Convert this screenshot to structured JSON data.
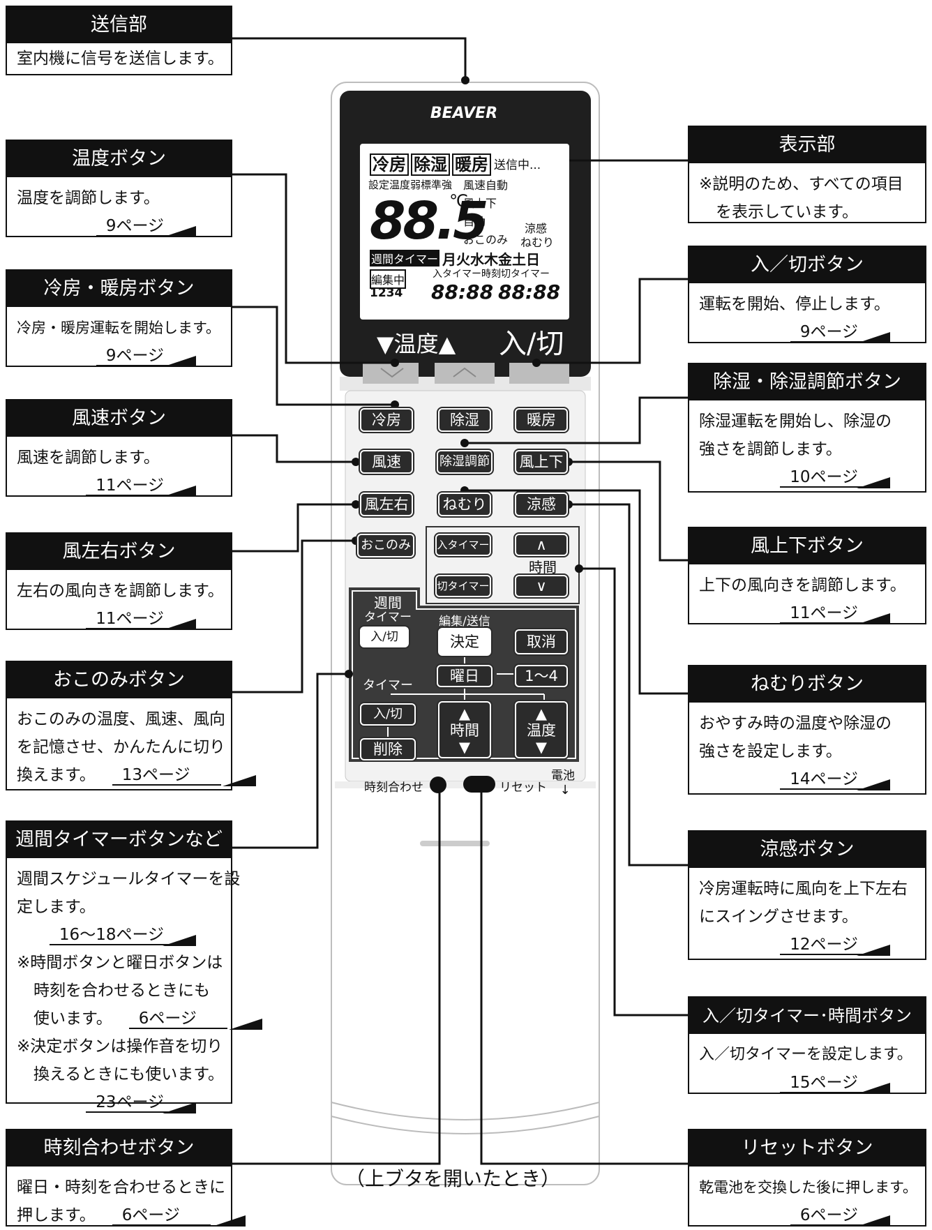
{
  "callouts": {
    "soushin": {
      "title": "送信部",
      "lines": [
        "室内機に信号を送信します。"
      ]
    },
    "ondo": {
      "title": "温度ボタン",
      "lines": [
        "温度を調節します。"
      ],
      "page": "9ページ"
    },
    "reibo": {
      "title": "冷房・暖房ボタン",
      "lines": [
        "冷房・暖房運転を開始します。"
      ],
      "page": "9ページ"
    },
    "fusoku": {
      "title": "風速ボタン",
      "lines": [
        "風速を調節します。"
      ],
      "page": "11ページ"
    },
    "fusayu": {
      "title": "風左右ボタン",
      "lines": [
        "左右の風向きを調節します。"
      ],
      "page": "11ページ"
    },
    "okonomi": {
      "title": "おこのみボタン",
      "lines": [
        "おこのみの温度、風速、風向",
        "を記憶させ、かんたんに切り",
        "換えます。"
      ],
      "page": "13ページ"
    },
    "shukan": {
      "title": "週間タイマーボタンなど",
      "lines": [
        "週間スケジュールタイマーを設",
        "定します。"
      ],
      "page": "16〜18ページ",
      "note1": [
        "※時間ボタンと曜日ボタンは",
        "時刻を合わせるときにも",
        "使います。"
      ],
      "note1_page": "6ページ",
      "note2": [
        "※決定ボタンは操作音を切り",
        "換えるときにも使います。"
      ],
      "note2_page": "23ページ"
    },
    "jikoku": {
      "title": "時刻合わせボタン",
      "lines": [
        "曜日・時刻を合わせるときに",
        "押します。"
      ],
      "page": "6ページ"
    },
    "hyoji": {
      "title": "表示部",
      "lines": [
        "※説明のため、すべての項目",
        "を表示しています。"
      ]
    },
    "irikiri": {
      "title": "入／切ボタン",
      "lines": [
        "運転を開始、停止します。"
      ],
      "page": "9ページ"
    },
    "joshitsu": {
      "title": "除湿・除湿調節ボタン",
      "lines": [
        "除湿運転を開始し、除湿の",
        "強さを調節します。"
      ],
      "page": "10ページ"
    },
    "fujoge": {
      "title": "風上下ボタン",
      "lines": [
        "上下の風向きを調節します。"
      ],
      "page": "11ページ"
    },
    "nemuri": {
      "title": "ねむりボタン",
      "lines": [
        "おやすみ時の温度や除湿の",
        "強さを設定します。"
      ],
      "page": "14ページ"
    },
    "ryokan": {
      "title": "涼感ボタン",
      "lines": [
        "冷房運転時に風向を上下左右",
        "にスイングさせます。"
      ],
      "page": "12ページ"
    },
    "timer": {
      "title": "入／切タイマー･時間ボタン",
      "lines": [
        "入／切タイマーを設定します。"
      ],
      "page": "15ページ"
    },
    "reset": {
      "title": "リセットボタン",
      "lines": [
        "乾電池を交換した後に押します。"
      ],
      "page": "6ページ"
    }
  },
  "remote": {
    "brand": "BEAVER",
    "lcd": {
      "modes": [
        "冷房",
        "除湿",
        "暖房"
      ],
      "sending": "送信中...",
      "setting_row": "設定温度弱標準強",
      "fan_auto": "風速自動",
      "big_temp": "88.5",
      "deg": "℃",
      "updown": "風上下",
      "auto": "自動",
      "okonomi": "おこのみ",
      "ryokan": "涼感",
      "nemuri": "ねむり",
      "weekly": "週間タイマー",
      "days": "月火水木金土日",
      "henshu": "編集中",
      "on_timer": "入タイマー",
      "clock": "時刻",
      "off_timer": "切タイマー",
      "nums": "1234",
      "iri": "入",
      "kiri": "切",
      "time1": "88:88",
      "time2": "88:88"
    },
    "top_labels": {
      "temp": "▼温度▲",
      "power": "入/切"
    },
    "buttons": {
      "reibo": "冷房",
      "joshitsu": "除湿",
      "danbo": "暖房",
      "fusoku": "風速",
      "joshitsu_chosetsu": "除湿調節",
      "fujoge": "風上下",
      "fusayu": "風左右",
      "nemuri": "ねむり",
      "ryokan": "涼感",
      "okonomi": "おこのみ",
      "iri_timer": "入タイマー",
      "kiri_timer": "切タイマー",
      "jikan_label": "時間",
      "up": "∧",
      "down": "∨",
      "weekly_label_1": "週間",
      "weekly_label_2": "タイマー",
      "weekly_irikiri": "入/切",
      "henshu_soushin": "編集/送信",
      "kettei": "決定",
      "torikeshi": "取消",
      "youbi": "曜日",
      "one_four": "1〜4",
      "timer_label": "タイマー",
      "timer_irikiri": "入/切",
      "sakujo": "削除",
      "jikan": "時間",
      "ondo": "温度",
      "jikoku_awase": "時刻合わせ",
      "reset": "リセット",
      "denchi": "電池"
    }
  },
  "caption": "（上ブタを開いたとき）"
}
